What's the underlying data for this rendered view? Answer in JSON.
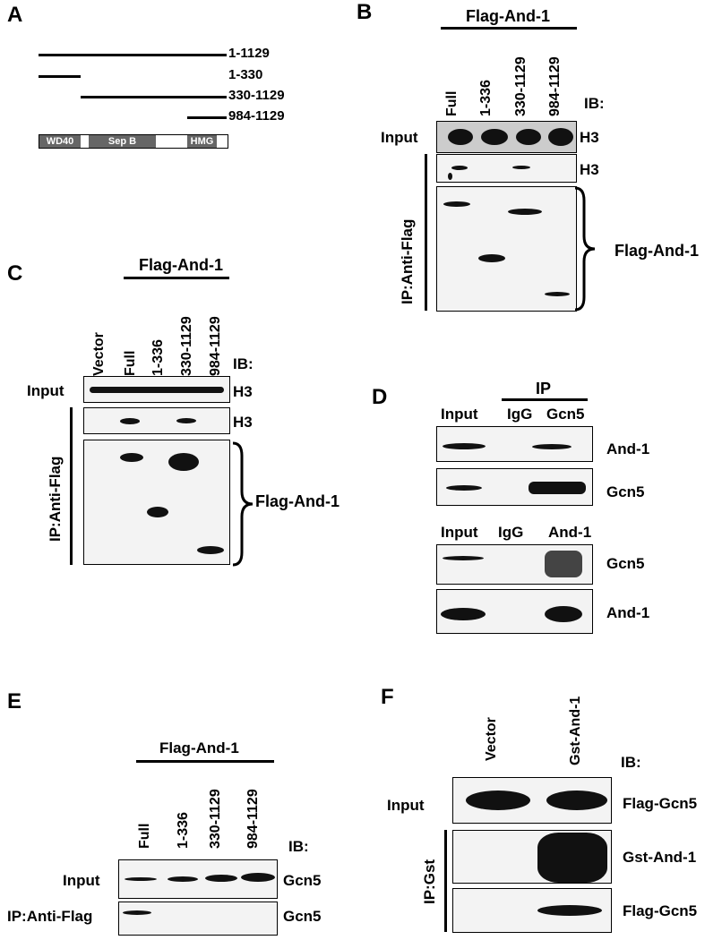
{
  "panels": {
    "A": {
      "letter": "A",
      "constructs": [
        "1-1129",
        "1-330",
        "330-1129",
        "984-1129"
      ],
      "domains": [
        "WD40",
        "Sep B",
        "HMG"
      ]
    },
    "B": {
      "letter": "B",
      "group_label": "Flag-And-1",
      "lanes": [
        "Full",
        "1-336",
        "330-1129",
        "984-1129"
      ],
      "ib_label": "IB:",
      "rows": [
        "Input",
        "H3",
        "H3",
        "Flag-And-1"
      ],
      "ip_label": "IP:Anti-Flag"
    },
    "C": {
      "letter": "C",
      "group_label": "Flag-And-1",
      "lanes": [
        "Vector",
        "Full",
        "1-336",
        "330-1129",
        "984-1129"
      ],
      "ib_label": "IB:",
      "rows": [
        "Input",
        "H3",
        "H3",
        "Flag-And-1"
      ],
      "ip_label": "IP:Anti-Flag"
    },
    "D": {
      "letter": "D",
      "ip_label": "IP",
      "top_cols": [
        "Input",
        "IgG",
        "Gcn5"
      ],
      "top_rows": [
        "And-1",
        "Gcn5"
      ],
      "bottom_cols": [
        "Input",
        "IgG",
        "And-1"
      ],
      "bottom_rows": [
        "Gcn5",
        "And-1"
      ]
    },
    "E": {
      "letter": "E",
      "group_label": "Flag-And-1",
      "lanes": [
        "Full",
        "1-336",
        "330-1129",
        "984-1129"
      ],
      "ib_label": "IB:",
      "row_labels": [
        "Input",
        "IP:Anti-Flag"
      ],
      "rows": [
        "Gcn5",
        "Gcn5"
      ]
    },
    "F": {
      "letter": "F",
      "lanes": [
        "Vector",
        "Gst-And-1"
      ],
      "ib_label": "IB:",
      "input_label": "Input",
      "ip_label": "IP:Gst",
      "rows": [
        "Flag-Gcn5",
        "Gst-And-1",
        "Flag-Gcn5"
      ]
    }
  }
}
